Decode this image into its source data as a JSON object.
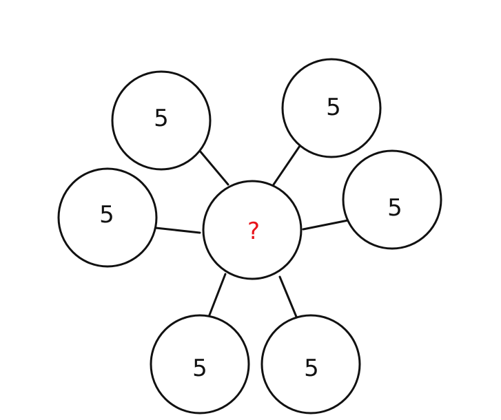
{
  "diagram": {
    "center": {
      "label": "?",
      "color": "#e8141b"
    },
    "outer_nodes": [
      {
        "label": "5",
        "color": "#111111"
      },
      {
        "label": "5",
        "color": "#111111"
      },
      {
        "label": "5",
        "color": "#111111"
      },
      {
        "label": "5",
        "color": "#111111"
      },
      {
        "label": "5",
        "color": "#111111"
      },
      {
        "label": "5",
        "color": "#111111"
      }
    ]
  }
}
